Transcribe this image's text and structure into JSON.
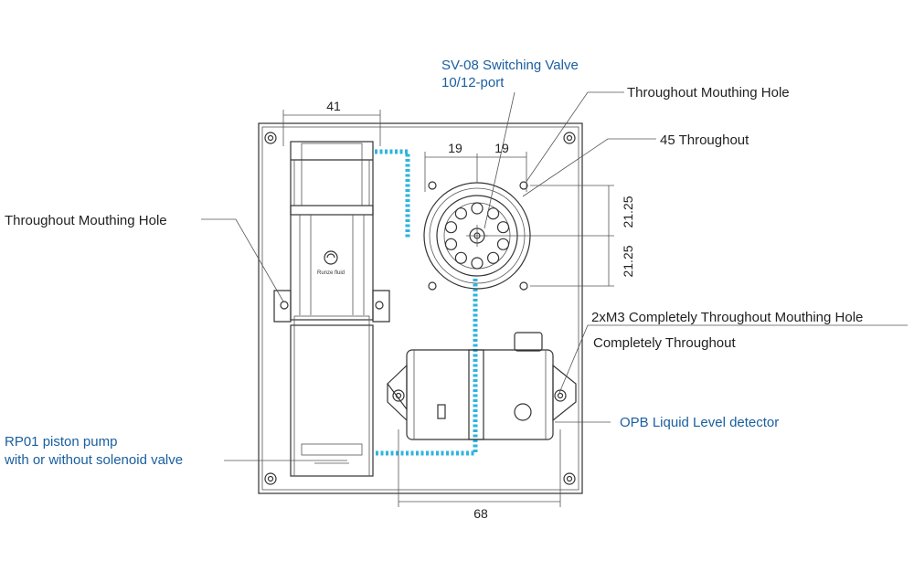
{
  "labels": {
    "valve_title_1": "SV-08 Switching  Valve",
    "valve_title_2": "10/12-port",
    "throughout_mouthing_hole_right": "Throughout Mouthing Hole",
    "throughput_45": "45 Throughout",
    "throughout_mouthing_hole_left": "Throughout Mouthing Hole",
    "m3_hole": "2xM3 Completely Throughout Mouthing Hole",
    "completely_throughout": "Completely Throughout",
    "opb_detector": "OPB Liquid Level detector",
    "pump_1": "RP01 piston pump",
    "pump_2": "with or without solenoid valve",
    "pump_brand": "Runze fluid"
  },
  "dimensions": {
    "pump_width": "41",
    "valve_h1": "19",
    "valve_h2": "19",
    "valve_v1": "21.25",
    "valve_v2": "21.25",
    "bottom_width": "68"
  },
  "colors": {
    "accent_blue": "#1a5fa0",
    "tube_cyan": "#2fb4e0",
    "line": "#333333"
  }
}
